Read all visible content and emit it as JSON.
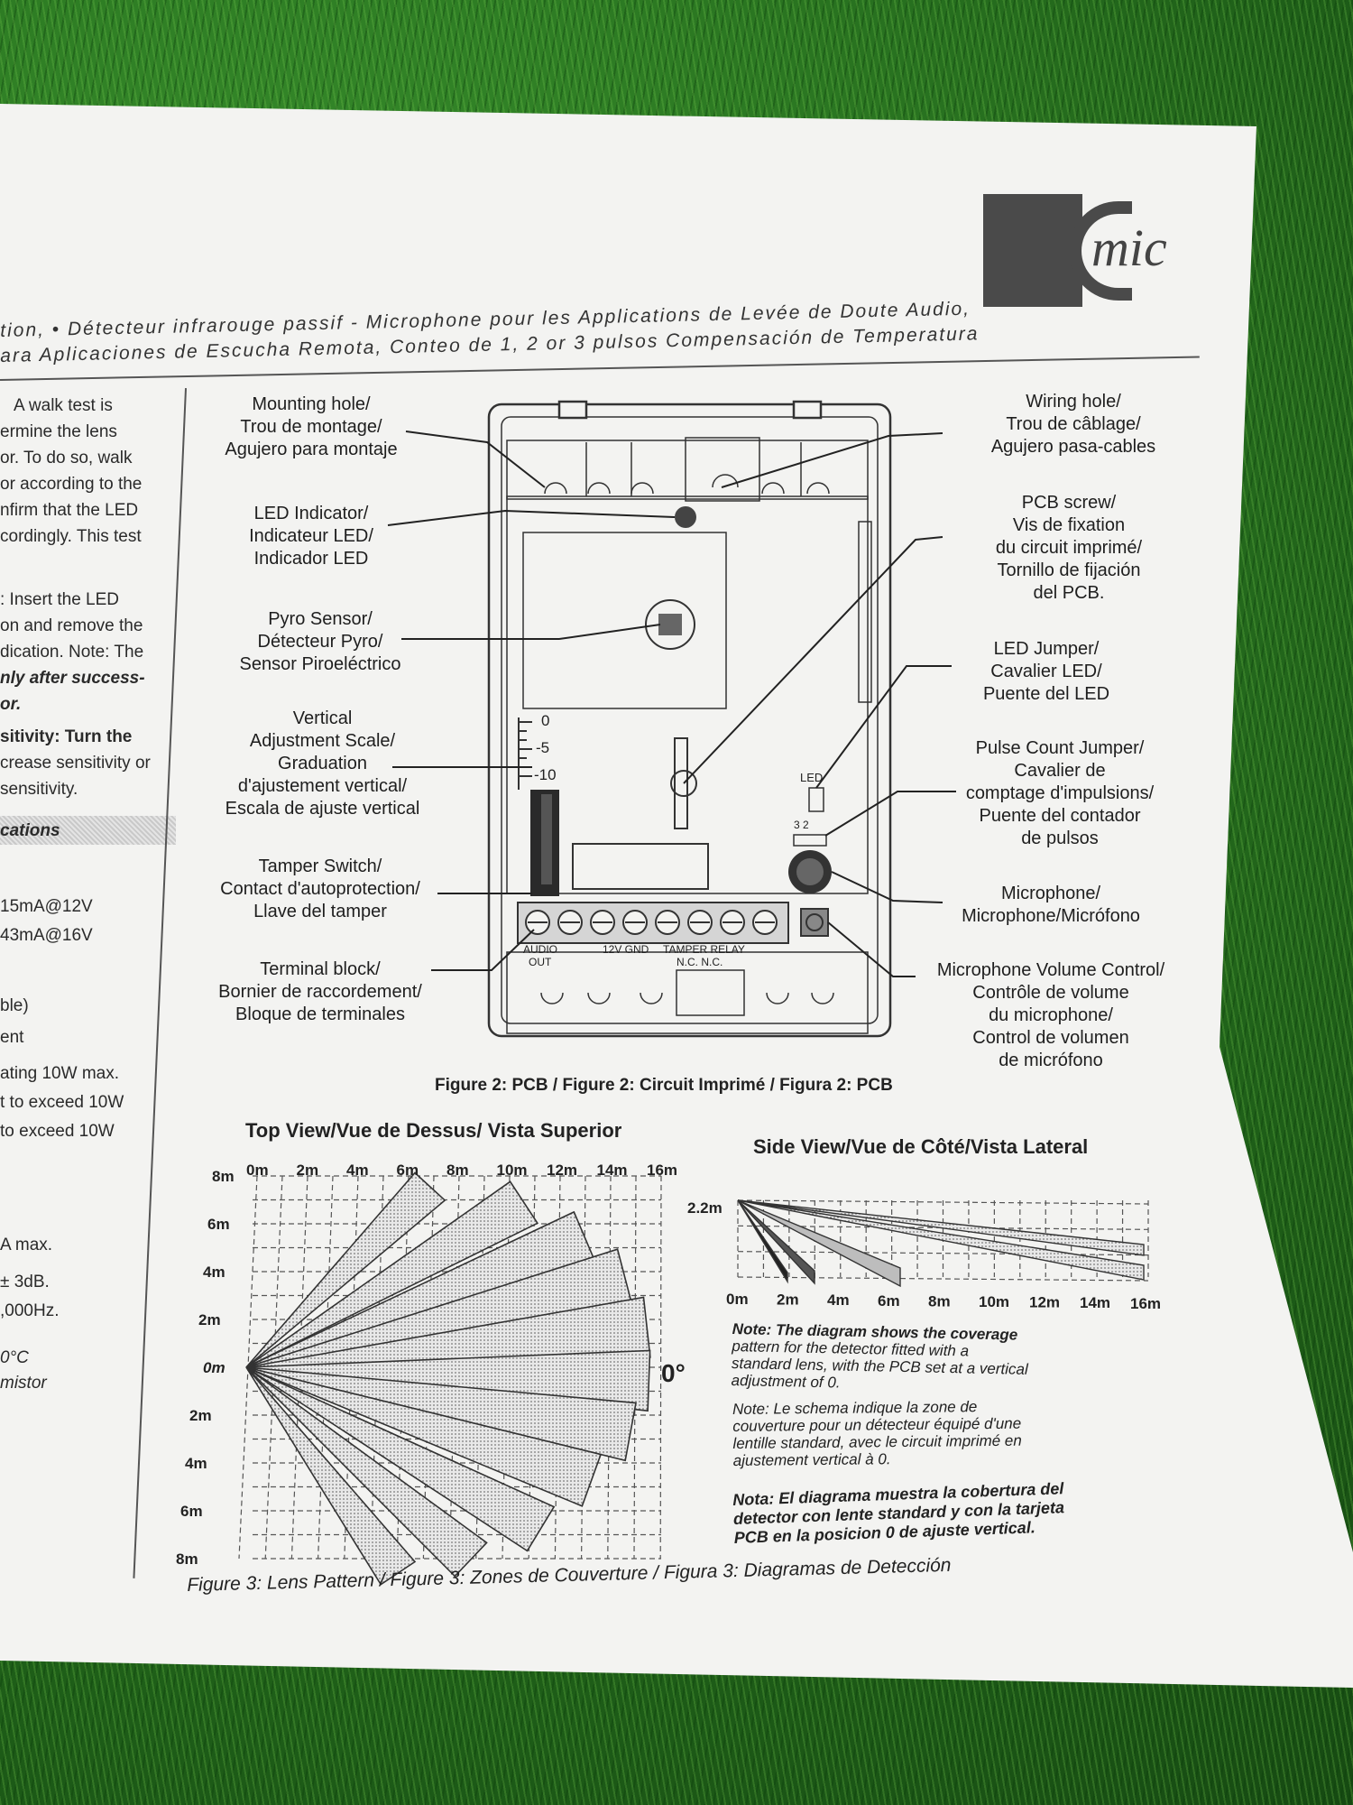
{
  "logo": {
    "letters": "BC",
    "text": "mic"
  },
  "header": {
    "line1": "tion, • Détecteur infrarouge passif - Microphone pour les Applications de Levée de Doute Audio,",
    "line2": "ara Aplicaciones de Escucha Remota, Conteo de 1, 2 or 3 pulsos Compensación de Temperatura"
  },
  "left_column": {
    "lines_a": [
      "A walk test is",
      "ermine the lens",
      "or. To do so, walk",
      "or according to the",
      "nfirm that the LED",
      "cordingly. This test"
    ],
    "lines_b": [
      ": Insert the LED",
      "on and remove the",
      "dication. Note: The",
      "nly after success-",
      "or."
    ],
    "lines_c": [
      "sitivity: Turn the",
      "crease sensitivity or",
      "sensitivity."
    ],
    "section": "cations",
    "lines_d": [
      "15mA@12V",
      "43mA@16V"
    ],
    "lines_e": [
      "ble)",
      "ent",
      "ating 10W max.",
      "t to exceed 10W",
      "to exceed 10W"
    ],
    "lines_f": [
      "A max.",
      "± 3dB.",
      ",000Hz."
    ],
    "lines_g": [
      "0°C",
      "mistor"
    ]
  },
  "figure2": {
    "labels": {
      "mounting": [
        "Mounting hole/",
        "Trou de montage/",
        "Agujero para montaje"
      ],
      "led": [
        "LED Indicator/",
        "Indicateur LED/",
        "Indicador LED"
      ],
      "pyro": [
        "Pyro Sensor/",
        "Détecteur Pyro/",
        "Sensor Piroeléctrico"
      ],
      "vertical": [
        "Vertical",
        "Adjustment Scale/",
        "Graduation",
        "d'ajustement vertical/",
        "Escala de ajuste vertical"
      ],
      "tamper": [
        "Tamper Switch/",
        "Contact d'autoprotection/",
        "Llave del tamper"
      ],
      "terminal": [
        "Terminal block/",
        "Bornier de raccordement/",
        "Bloque de terminales"
      ],
      "wiring": [
        "Wiring hole/",
        "Trou de câblage/",
        "Agujero pasa-cables"
      ],
      "pcb_screw": [
        "PCB screw/",
        "Vis de fixation",
        "du circuit imprimé/",
        "Tornillo de fijación",
        "del PCB."
      ],
      "led_jumper": [
        "LED Jumper/",
        "Cavalier LED/",
        "Puente del LED"
      ],
      "pulse": [
        "Pulse Count Jumper/",
        "Cavalier de",
        "comptage d'impulsions/",
        "Puente del contador",
        "de pulsos"
      ],
      "microphone": [
        "Microphone/",
        "Microphone/Micrófono"
      ],
      "mic_volume": [
        "Microphone Volume Control/",
        "Contrôle de volume",
        "du microphone/",
        "Control de volumen",
        "de micrófono"
      ]
    },
    "scale": [
      "0",
      "-5",
      "-10"
    ],
    "board_text": {
      "led": "LED",
      "jumper": "3  2",
      "audio": "AUDIO",
      "out": "OUT",
      "gnd": "12V GND",
      "tamper": "TAMPER RELAY",
      "nc": "N.C.     N.C."
    },
    "caption": "Figure 2: PCB / Figure 2: Circuit Imprimé / Figura 2: PCB"
  },
  "figure3": {
    "top_title": "Top View/Vue de Dessus/ Vista Superior",
    "side_title": "Side View/Vue de Côté/Vista Lateral",
    "top_x_ticks": [
      "0m",
      "2m",
      "4m",
      "6m",
      "8m",
      "10m",
      "12m",
      "14m",
      "16m"
    ],
    "top_y_ticks": [
      "8m",
      "6m",
      "4m",
      "2m",
      "0m",
      "2m",
      "4m",
      "6m",
      "8m"
    ],
    "zero_label": "0°",
    "side_height": "2.2m",
    "side_x_ticks": [
      "0m",
      "2m",
      "4m",
      "6m",
      "8m",
      "10m",
      "12m",
      "14m",
      "16m"
    ],
    "note_en": [
      "Note: The diagram shows the coverage",
      "pattern for the detector fitted with a",
      "standard lens, with the PCB set at a vertical",
      "adjustment of 0."
    ],
    "note_fr": [
      "Note: Le schema indique la zone de",
      "couverture pour un détecteur équipé d'une",
      "lentille standard, avec le circuit imprimé en",
      "ajustement vertical à 0."
    ],
    "note_es": [
      "Nota: El diagrama muestra la cobertura del",
      "detector con lente standard y con la tarjeta",
      "PCB en la posicion 0 de ajuste vertical."
    ],
    "caption": "Figure 3: Lens Pattern / Figure 3: Zones de Couverture / Figura 3: Diagramas de Detección"
  }
}
